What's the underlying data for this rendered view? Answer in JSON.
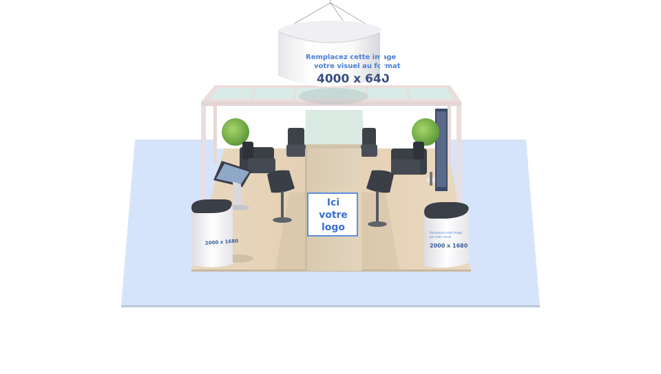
{
  "banner": {
    "line1": "Remplacez cette image",
    "line2": "votre visuel au format",
    "size": "4000 x 640"
  },
  "logo_panel": {
    "line1": "Ici",
    "line2": "votre",
    "line3": "logo"
  },
  "counter_right": {
    "line1": "Remplacez cette image",
    "line2": "par votre visuel",
    "size": "2000 x 1680"
  },
  "counter_left": {
    "size": "2000 x 1680"
  },
  "colors": {
    "floor_carpet": "#d5e3fb",
    "floor_wood": "#e7d6bd",
    "banner_text": "#4a7fd6",
    "logo_text": "#3a6fcf",
    "furniture": "#3b3f46"
  }
}
